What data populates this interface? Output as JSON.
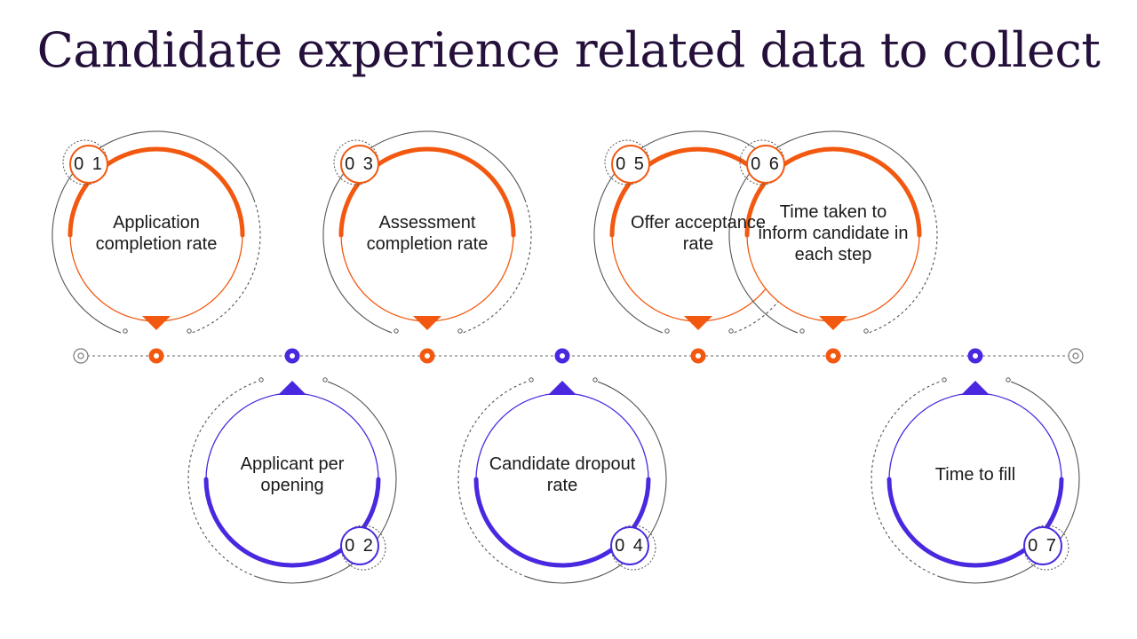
{
  "title": "Candidate experience related data to collect",
  "colors": {
    "orange": "#f2580f",
    "purple": "#4a28e0",
    "title": "#24103a"
  },
  "items": [
    {
      "number": "0 1",
      "label": "Application completion rate",
      "color": "orange",
      "side": "top"
    },
    {
      "number": "0 2",
      "label": "Applicant per opening",
      "color": "purple",
      "side": "bottom"
    },
    {
      "number": "0 3",
      "label": "Assessment completion rate",
      "color": "orange",
      "side": "top"
    },
    {
      "number": "0 4",
      "label": "Candidate dropout rate",
      "color": "purple",
      "side": "bottom"
    },
    {
      "number": "0 5",
      "label": "Offer acceptance rate",
      "color": "orange",
      "side": "top"
    },
    {
      "number": "0 6",
      "label": "Time taken to inform candidate in each step",
      "color": "orange",
      "side": "top"
    },
    {
      "number": "0 7",
      "label": "Time to fill",
      "color": "purple",
      "side": "bottom"
    }
  ]
}
